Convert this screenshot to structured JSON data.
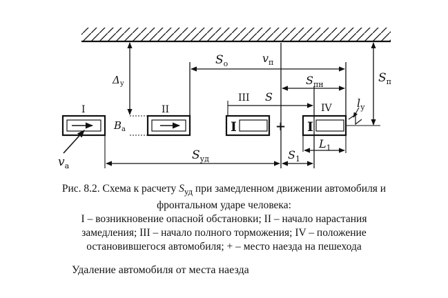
{
  "diagram": {
    "positions": [
      "I",
      "II",
      "III",
      "IV"
    ],
    "car_markers": [
      "I",
      "I"
    ],
    "impact_symbol": "+",
    "labels": {
      "s_o": "S",
      "s_o_sub": "о",
      "v_p": "v",
      "v_p_sub": "п",
      "delta_y": "Δ",
      "delta_y_sub": "у",
      "s_pn": "S",
      "s_pn_sub": "пн",
      "s_p": "S",
      "s_p_sub": "п",
      "s_mid": "S",
      "l_y": "l",
      "l_y_sub": "у",
      "b_a": "B",
      "b_a_sub": "а",
      "v_a": "v",
      "v_a_sub": "а",
      "s_ud": "S",
      "s_ud_sub": "уд",
      "s_1": "S",
      "s_1_sub": "1",
      "l_1": "L",
      "l_1_sub": "1"
    }
  },
  "caption": {
    "line1_pre": "Рис. 8.2. Схема к расчету ",
    "line1_sym": "S",
    "line1_sub": "уд",
    "line1_post": " при замедленном движении автомобиля и",
    "line2": "фронтальном ударе человека:",
    "line3": "I – возникновение опасной обстановки; II – начало нарастания",
    "line4": "замедления; III – начало полного торможения; IV – положение",
    "line5": "остановившегося автомобиля; + – место наезда на пешехода"
  },
  "footer_text": "Удаление автомобиля от места наезда"
}
